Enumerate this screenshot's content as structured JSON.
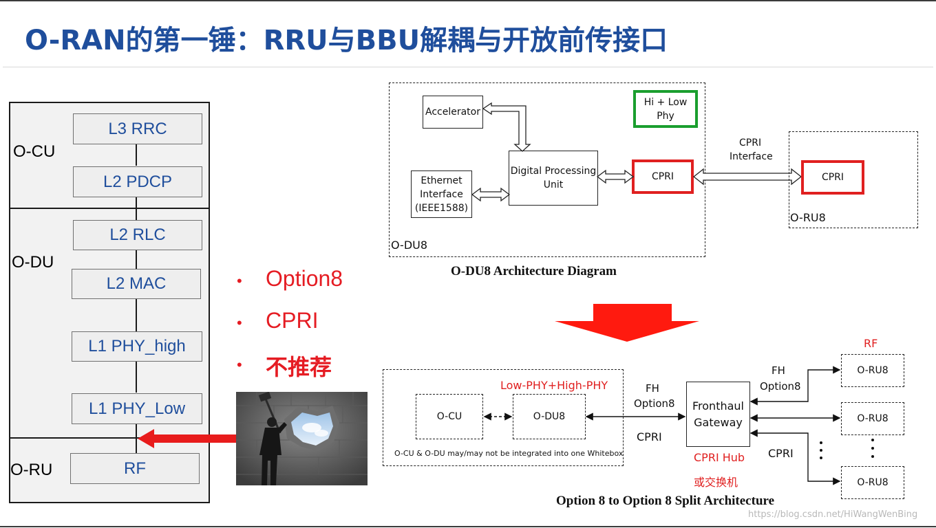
{
  "title": "O-RAN的第一锤：RRU与BBU解耦与开放前传接口",
  "stack": {
    "sections": [
      "O-CU",
      "O-DU",
      "O-RU"
    ],
    "layers": [
      "L3 RRC",
      "L2 PDCP",
      "L2 RLC",
      "L2 MAC",
      "L1 PHY_high",
      "L1 PHY_Low",
      "RF"
    ]
  },
  "bullets": [
    "Option8",
    "CPRI",
    "不推荐"
  ],
  "top_diagram": {
    "accelerator": "Accelerator",
    "hi_low_line1": "Hi + Low",
    "hi_low_line2": "Phy",
    "ethernet_line1": "Ethernet",
    "ethernet_line2": "Interface",
    "ethernet_line3": "(IEEE1588)",
    "dpu_line1": "Digital Processing",
    "dpu_line2": "Unit",
    "cpri_du": "CPRI",
    "cpri_if_line1": "CPRI",
    "cpri_if_line2": "Interface",
    "cpri_ru": "CPRI",
    "o_du8": "O-DU8",
    "o_ru8": "O-RU8",
    "caption": "O-DU8 Architecture Diagram"
  },
  "bottom_diagram": {
    "low_high_phy": "Low-PHY+High-PHY",
    "o_cu": "O-CU",
    "o_du8": "O-DU8",
    "whitebox_note": "O-CU & O-DU may/may not be integrated into one Whitebox",
    "fh_line1": "FH",
    "fh_line2": "Option8",
    "cpri_left": "CPRI",
    "gateway_line1": "Fronthaul",
    "gateway_line2": "Gateway",
    "cpri_hub": "CPRI Hub",
    "switch": "或交换机",
    "fh_right_line1": "FH",
    "fh_right_line2": "Option8",
    "cpri_right": "CPRI",
    "rf": "RF",
    "o_ru8_1": "O-RU8",
    "o_ru8_2": "O-RU8",
    "o_ru8_3": "O-RU8",
    "caption": "Option 8 to Option 8 Split Architecture"
  },
  "watermark": "https://blog.csdn.net/HiWangWenBing",
  "colors": {
    "title": "#1f4e9c",
    "bullet": "#e51c23",
    "red_box": "#e02020",
    "green_box": "#1a9e2e"
  }
}
